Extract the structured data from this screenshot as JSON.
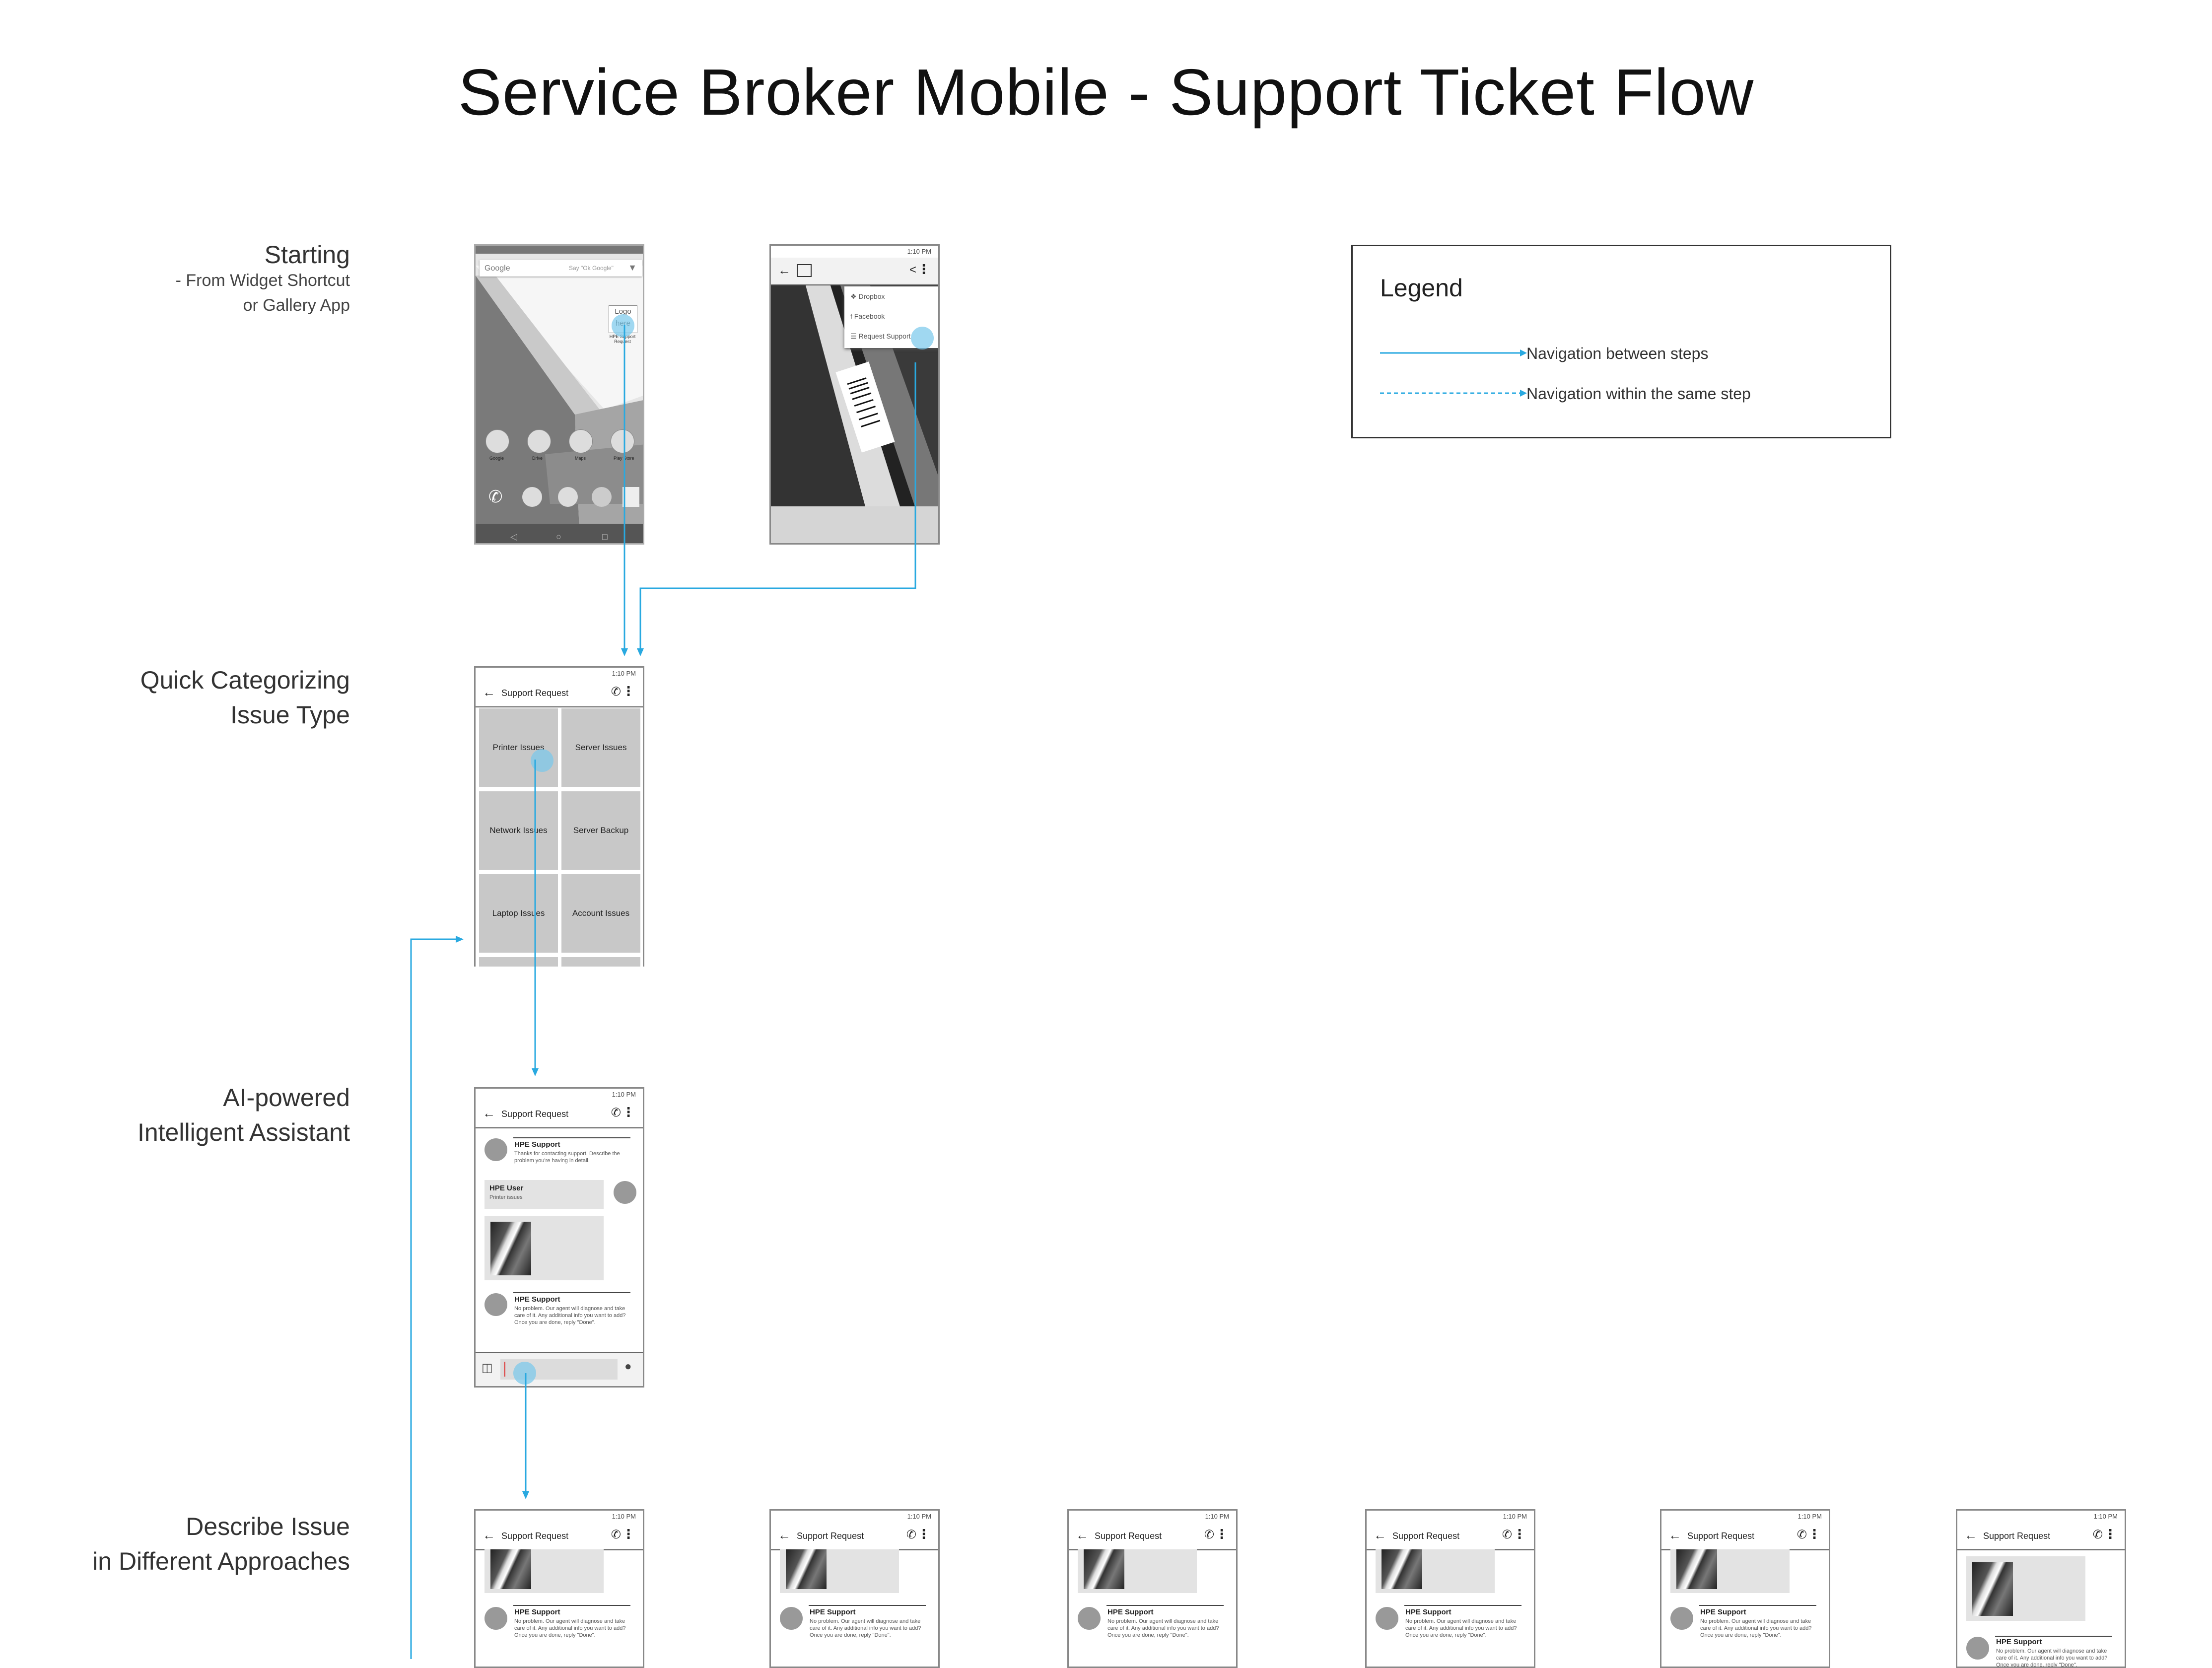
{
  "title": "Service Broker Mobile - Support Ticket Flow",
  "steps": {
    "starting": {
      "label": "Starting",
      "sub1": "- From Widget Shortcut",
      "sub2": "or Gallery App"
    },
    "categorize": {
      "line1": "Quick Categorizing",
      "line2": "Issue Type"
    },
    "assistant": {
      "line1": "AI-powered",
      "line2": "Intelligent Assistant"
    },
    "describe": {
      "line1": "Describe Issue",
      "line2": "in Different Approaches"
    }
  },
  "legend": {
    "title": "Legend",
    "solid_label": "Navigation between steps",
    "dashed_label": "Navigation within the same step",
    "line_color": "#29a9e0"
  },
  "home_screen": {
    "search_text": "Google",
    "search_hint": "Say \"Ok Google\"",
    "widget_logo": "Logo here",
    "widget_label": "HPE Support Request",
    "apps": [
      "Google",
      "Drive",
      "Maps",
      "Play Store"
    ]
  },
  "gallery": {
    "status_time": "1:10 PM",
    "menu_items": [
      "Dropbox",
      "Facebook",
      "Request Support"
    ]
  },
  "support_app": {
    "status_time": "1:10 PM",
    "app_title": "Support Request",
    "categories": [
      "Printer Issues",
      "Server Issues",
      "Network Issues",
      "Server Backup",
      "Laptop Issues",
      "Account Issues"
    ],
    "agent_name": "HPE Support",
    "agent_greeting": "Thanks for contacting support. Describe the problem you're having in detail.",
    "user_name": "HPE User",
    "user_message": "Printer issues",
    "agent_reply": "No problem. Our agent will diagnose and take care of it. Any additional info you want to add? Once you are done, reply \"Done\"."
  },
  "icons": [
    "back-arrow-icon",
    "phone-icon",
    "more-vert-icon",
    "attach-icon",
    "mic-icon",
    "share-icon",
    "gallery-icon"
  ]
}
